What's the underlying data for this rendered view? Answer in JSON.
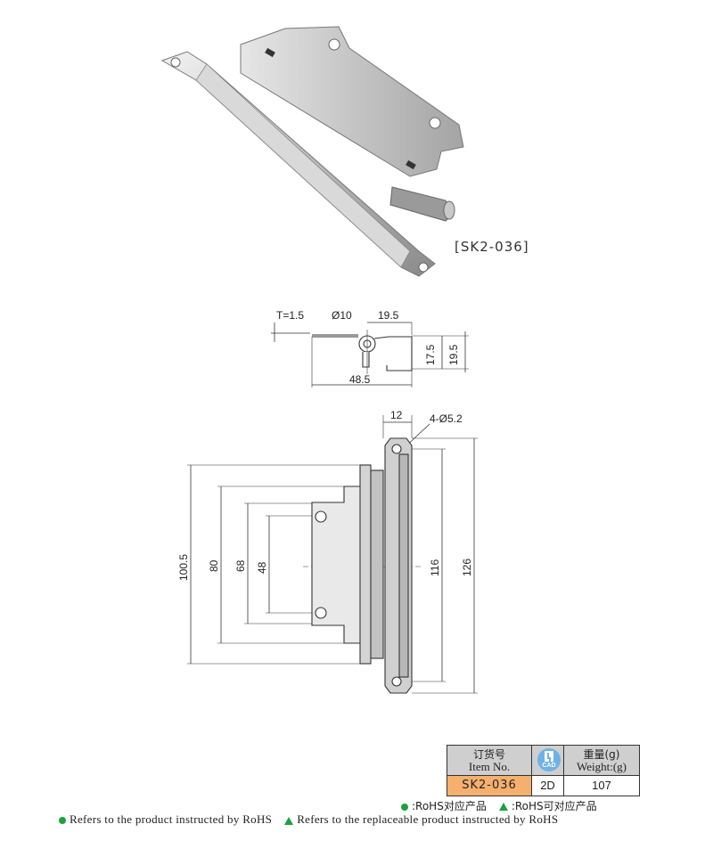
{
  "product": {
    "model_label": "[SK2-036]"
  },
  "side_view": {
    "thickness": "T=1.5",
    "pin_diameter": "Ø10",
    "top_width": "19.5",
    "height_inner": "17.5",
    "height_outer": "19.5",
    "total_width": "48.5"
  },
  "front_view": {
    "width_top": "12",
    "holes": "4-Ø5.2",
    "dim_100_5": "100.5",
    "dim_80": "80",
    "dim_68": "68",
    "dim_48": "48",
    "dim_116": "116",
    "dim_126": "126"
  },
  "spec_table": {
    "item_header_zh": "订货号",
    "item_header_en": "Item No.",
    "cad_badge": "CAD",
    "weight_header_zh": "重量(g)",
    "weight_header_en": "Weight:(g)",
    "item_value": "SK2-036",
    "cad_value": "2D",
    "weight_value": "107"
  },
  "legend": {
    "rohs_zh": ":RoHS对应产品",
    "replaceable_zh": ":RoHS可对应产品",
    "rohs_en": "Refers to the product instructed by RoHS",
    "replaceable_en": "Refers to the replaceable product instructed by RoHS"
  },
  "colors": {
    "item_cell": "#f5b06e",
    "header_cell": "#cfcfcf",
    "rohs_green": "#1aa33a",
    "cad_blue": "#6fb2e8"
  }
}
